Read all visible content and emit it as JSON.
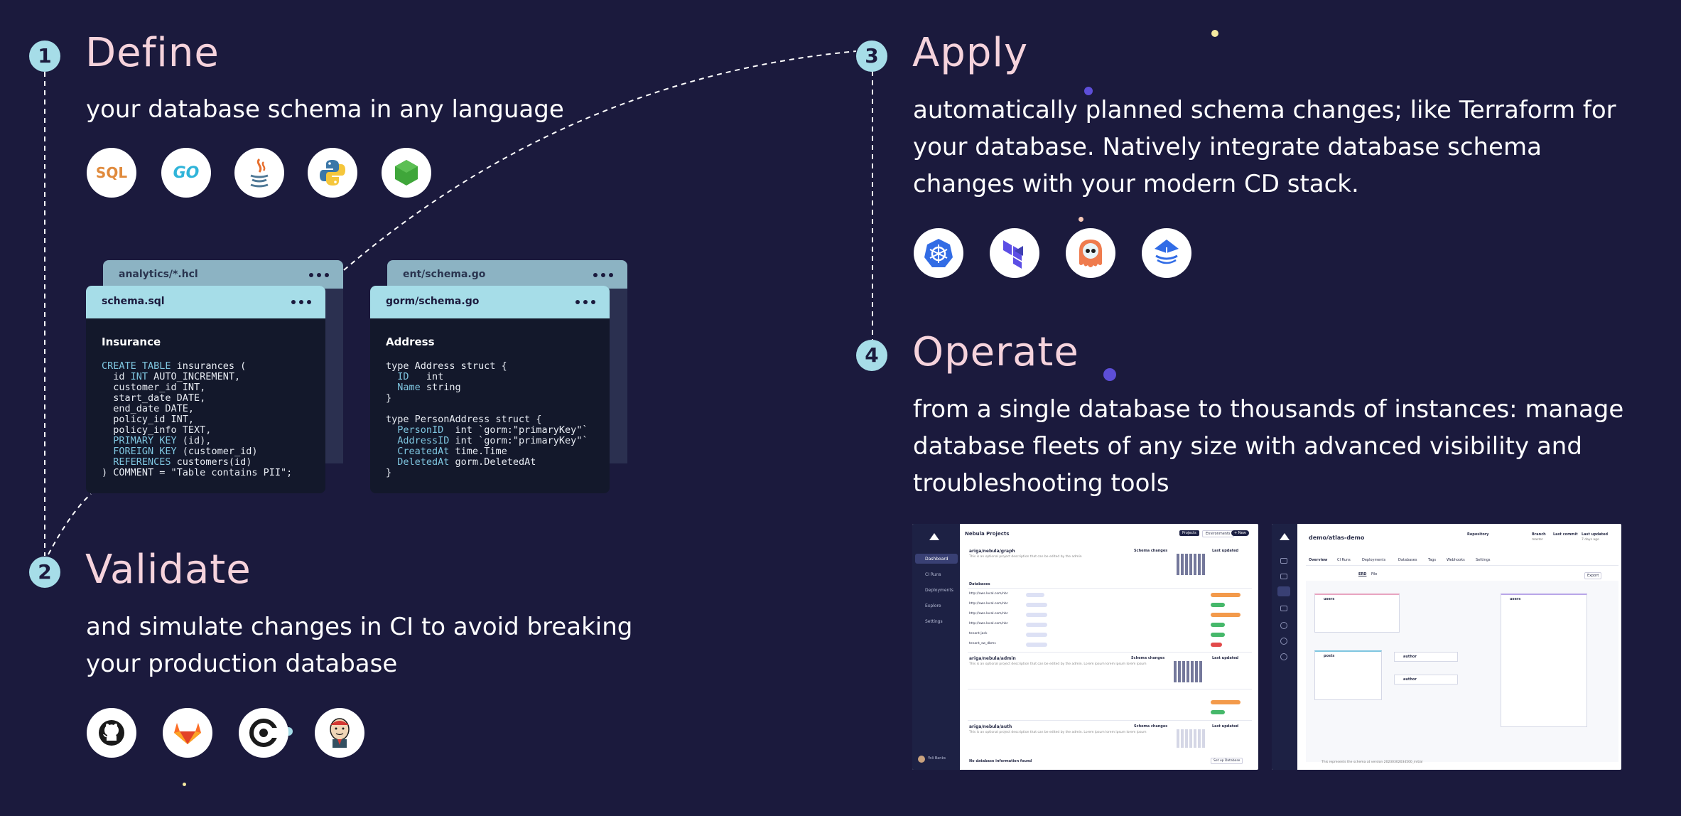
{
  "steps": [
    {
      "num": "1",
      "title": "Define",
      "desc": "your database schema in any language"
    },
    {
      "num": "2",
      "title": "Validate",
      "desc_lines": [
        "and simulate changes in CI to avoid breaking",
        "your production database"
      ]
    },
    {
      "num": "3",
      "title": "Apply",
      "desc_lines": [
        "automatically planned schema changes; like Terraform for",
        "your database. Natively integrate database schema",
        "changes with your modern CD stack."
      ]
    },
    {
      "num": "4",
      "title": "Operate",
      "desc_lines": [
        "from a single database to thousands of instances: manage",
        "database fleets of any size with advanced visibility and",
        "troubleshooting tools"
      ]
    }
  ],
  "define_logos": [
    {
      "icon": "sql-logo-icon",
      "text": "SQL"
    },
    {
      "icon": "go-logo-icon",
      "text": "GO"
    },
    {
      "icon": "java-logo-icon"
    },
    {
      "icon": "python-logo-icon"
    },
    {
      "icon": "nodejs-hexagon-icon"
    }
  ],
  "validate_logos": [
    {
      "icon": "github-logo-icon"
    },
    {
      "icon": "gitlab-logo-icon"
    },
    {
      "icon": "circleci-logo-icon"
    },
    {
      "icon": "jenkins-logo-icon"
    }
  ],
  "apply_logos": [
    {
      "icon": "kubernetes-logo-icon"
    },
    {
      "icon": "terraform-logo-icon"
    },
    {
      "icon": "argo-logo-icon"
    },
    {
      "icon": "flux-logo-icon"
    }
  ],
  "cards": {
    "hcl": {
      "back_label": "analytics/*.hcl",
      "label": "schema.sql",
      "title": "Insurance"
    },
    "go": {
      "back_label": "ent/schema.go",
      "label": "gorm/schema.go",
      "title": "Address"
    }
  },
  "sql_code": [
    {
      "kw": "CREATE TABLE",
      "rest": " insurances ("
    },
    {
      "kw": "",
      "rest": "  id ",
      "kw2": "INT",
      "rest2": " AUTO_INCREMENT,"
    },
    {
      "kw": "",
      "rest": "  customer_id INT,"
    },
    {
      "kw": "",
      "rest": "  start_date DATE,"
    },
    {
      "kw": "",
      "rest": "  end_date DATE,"
    },
    {
      "kw": "",
      "rest": "  policy_id INT,"
    },
    {
      "kw": "",
      "rest": "  policy_info TEXT,"
    },
    {
      "pre": "  ",
      "kw": "PRIMARY KEY",
      "rest": " (id),"
    },
    {
      "pre": "  ",
      "kw": "FOREIGN KEY",
      "rest": " (customer_id)"
    },
    {
      "pre": "  ",
      "kw": "REFERENCES",
      "rest": " customers(id)"
    },
    {
      "kw": "",
      "rest": ") COMMENT = \"Table contains PII\";"
    }
  ],
  "go_code": [
    {
      "kw": "",
      "rest": "type Address struct {"
    },
    {
      "pre": "  ",
      "kw": "ID",
      "rest": "   int"
    },
    {
      "pre": "  ",
      "kw": "Name",
      "rest": " string"
    },
    {
      "kw": "",
      "rest": "}"
    },
    {
      "kw": "",
      "rest": ""
    },
    {
      "kw": "",
      "rest": "type PersonAddress struct {"
    },
    {
      "pre": "  ",
      "kw": "PersonID",
      "rest": "  int `gorm:\"primaryKey\"`"
    },
    {
      "pre": "  ",
      "kw": "AddressID",
      "rest": " int `gorm:\"primaryKey\"`"
    },
    {
      "pre": "  ",
      "kw": "CreatedAt",
      "rest": " time.Time"
    },
    {
      "pre": "  ",
      "kw": "DeletedAt",
      "rest": " gorm.DeletedAt"
    },
    {
      "kw": "",
      "rest": "}"
    }
  ],
  "shot1": {
    "title": "Nebula Projects",
    "btn_projects": "Projects",
    "btn_envs": "Environments",
    "btn_new": "+ New",
    "nav": [
      "Dashboard",
      "CI Runs",
      "Deployments",
      "Explore",
      "Settings"
    ],
    "projects": [
      {
        "name": "ariga/nebula/graph",
        "desc": "This is an optional project description that can be edited by the admin",
        "changes": "Schema changes",
        "updated": "Last updated"
      },
      {
        "name": "ariga/nebula/admin",
        "desc": "This is an optional project description that can be edited by the admin. Lorem ipsum lorem ipsum lorem ipsum",
        "changes": "Schema changes",
        "updated": "Last updated"
      },
      {
        "name": "ariga/nebula/auth",
        "desc": "This is an optional project description that can be edited by the admin. Lorem ipsum lorem ipsum lorem ipsum",
        "changes": "Schema changes",
        "updated": "Last updated"
      }
    ],
    "databases_label": "Databases",
    "urls": [
      "http://aws.local.com/nbr",
      "http://aws.local.com/nbr",
      "http://aws.local.com/nbr",
      "http://aws.local.com/nbr",
      "tenant-jack",
      "tenant_sw_dbms"
    ],
    "footer": "No database information found",
    "footer_btn": "Set up Database",
    "user": "Yoli Banks"
  },
  "shot2": {
    "title": "demo/atlas-demo",
    "repo_label": "Repository",
    "branch_label": "Branch",
    "branch_value": "master",
    "commit_label": "Last commit",
    "updated_label": "Last updated",
    "updated_value": "7 days ago",
    "tabs": [
      "Overview",
      "CI Runs",
      "Deployments",
      "Databases",
      "Tags",
      "Webhooks",
      "Settings"
    ],
    "sub_tabs": [
      "ERD",
      "File"
    ],
    "export": "Export",
    "tables": [
      "users",
      "posts",
      "author",
      "author",
      "users"
    ],
    "footer": "This represents the schema at version 20230302034500_initial"
  },
  "colors": {
    "background": "#1b1a3d",
    "step_circle": "#a6dde8",
    "title": "#f6d3dc",
    "card_header": "#a6dde8",
    "card_body": "#13182b",
    "card_back": "#8cb3c3"
  }
}
